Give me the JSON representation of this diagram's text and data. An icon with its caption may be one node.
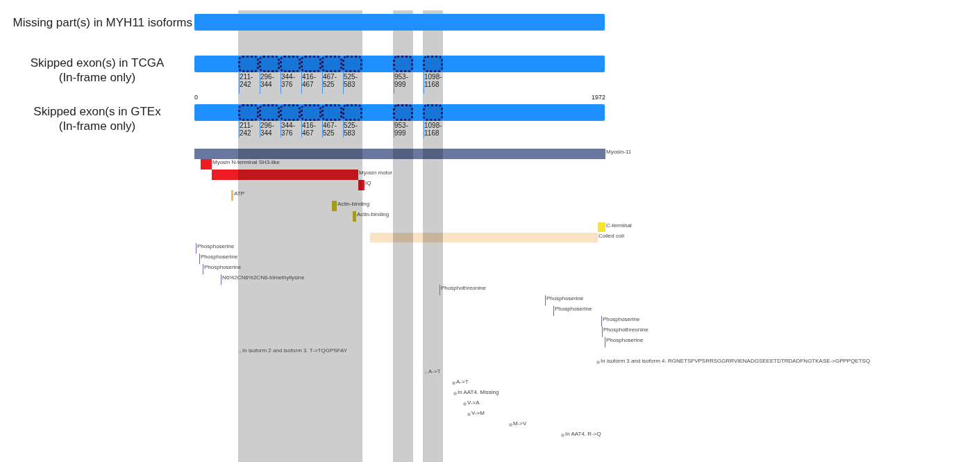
{
  "diagram": {
    "nodes": [
      {
        "text": [
          "Missing part(s) in MYH11 isoforms"
        ]
      },
      {
        "text": [
          "Skipped exon(s) in TCGA (In-frame only)"
        ]
      },
      {
        "text": [],
        "shape": "box",
        "beside": [
          "211-242"
        ],
        "in": 1
      },
      {
        "text": [],
        "shape": "box",
        "beside": [
          "296-344"
        ],
        "in": 1
      },
      {
        "text": [],
        "shape": "box",
        "beside": [
          "344-376"
        ],
        "in": 1
      },
      {
        "text": [],
        "shape": "box",
        "beside": [
          "416-467"
        ],
        "in": 1
      },
      {
        "text": [],
        "shape": "box",
        "beside": [
          "467-525"
        ],
        "in": 1
      },
      {
        "text": [],
        "shape": "box",
        "beside": [
          "525-583"
        ],
        "in": 1
      },
      {
        "text": [],
        "shape": "box",
        "beside": [
          "953-999"
        ],
        "in": 1
      },
      {
        "text": [],
        "shape": "box",
        "beside": [
          "1098-1168"
        ],
        "in": 1
      },
      {
        "text": [
          "Skipped exon(s in GTEx (In-frame only)"
        ]
      },
      {
        "text": [],
        "shape": "box",
        "beside": [
          "211-242"
        ],
        "in": 10
      },
      {
        "text": [],
        "shape": "box",
        "beside": [
          "296-344"
        ],
        "in": 10
      },
      {
        "text": [],
        "shape": "box",
        "beside": [
          "344-376"
        ],
        "in": 10
      },
      {
        "text": [],
        "shape": "box",
        "beside": [
          "416-467"
        ],
        "in": 10
      },
      {
        "text": [],
        "shape": "box",
        "beside": [
          "467-525"
        ],
        "in": 10
      },
      {
        "text": [],
        "shape": "box",
        "beside": [
          "525-583"
        ],
        "in": 10
      },
      {
        "text": [],
        "shape": "box",
        "beside": [
          "953-999"
        ],
        "in": 10
      },
      {
        "text": [],
        "shape": "box",
        "beside": [
          "1098-1168"
        ],
        "in": 10
      },
      {
        "text": [
          "Myosin-11"
        ]
      },
      {
        "text": [
          "Myosin N-terminal SH3-like"
        ]
      },
      {
        "text": [
          "Myosin motor"
        ]
      },
      {
        "text": [
          "IQ"
        ]
      },
      {
        "text": [
          "ATP"
        ]
      },
      {
        "text": [
          "Actin-binding"
        ]
      },
      {
        "text": [
          "Actin-binding"
        ]
      },
      {
        "text": [
          "C-terminal"
        ]
      },
      {
        "text": [
          "Coiled coil"
        ]
      },
      {
        "text": [
          "Phosphoserine"
        ]
      },
      {
        "text": [
          "Phosphoserine"
        ]
      },
      {
        "text": [
          "Phosphoserine"
        ]
      },
      {
        "text": [
          "N6%2CN6%2CN6-trimethyllysine"
        ]
      },
      {
        "text": [
          "Phosphothreonine"
        ]
      },
      {
        "text": [
          "Phosphoserine"
        ]
      },
      {
        "text": [
          "Phosphoserine"
        ]
      },
      {
        "text": [
          "Phosphoserine"
        ]
      },
      {
        "text": [
          "Phosphothreonine"
        ]
      },
      {
        "text": [
          "Phosphoserine"
        ]
      },
      {
        "text": [
          "In isoform 2 and isoform 3. T->TQGPSFAY"
        ]
      },
      {
        "text": [
          "In isoform 3 and isoform 4. RGNETSFVPSRRSGGRRVIENADGSEEETDTRDADFNGTKASE->GPPPQETSQ"
        ]
      },
      {
        "text": [
          "A->T"
        ]
      },
      {
        "text": [
          "A->T"
        ]
      },
      {
        "text": [
          "In AAT4. Missing"
        ]
      },
      {
        "text": [
          "V->A"
        ]
      },
      {
        "text": [
          "V->M"
        ]
      },
      {
        "text": [
          "M->V"
        ]
      },
      {
        "text": [
          "In AAT4. R->Q"
        ]
      }
    ],
    "labels": [
      "0",
      "1972"
    ]
  }
}
